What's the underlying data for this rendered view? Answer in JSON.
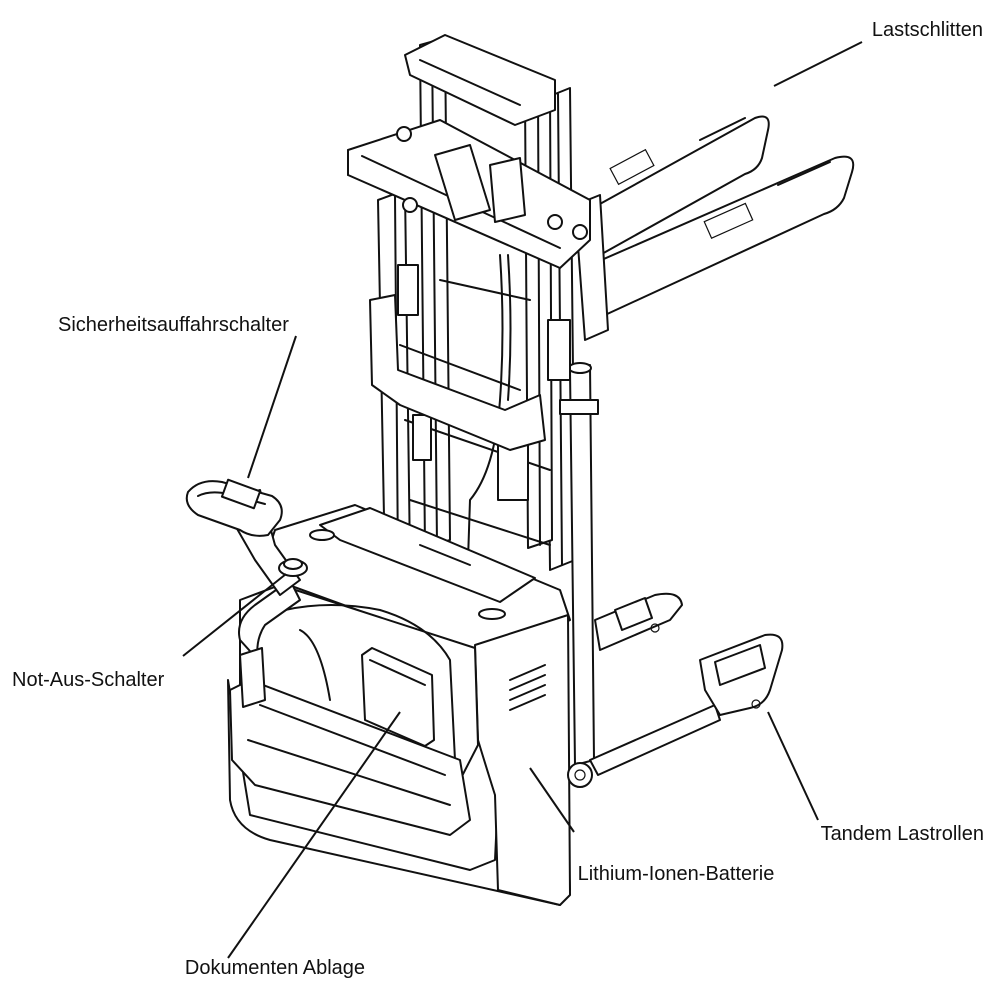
{
  "callouts": {
    "load_carriage": "Lastschlitten",
    "safety_switch": "Sicherheitsauffahrschalter",
    "emergency_stop": "Not-Aus-Schalter",
    "tandem_rollers": "Tandem Lastrollen",
    "battery": "Lithium-Ionen-Batterie",
    "document_tray": "Dokumenten Ablage"
  }
}
